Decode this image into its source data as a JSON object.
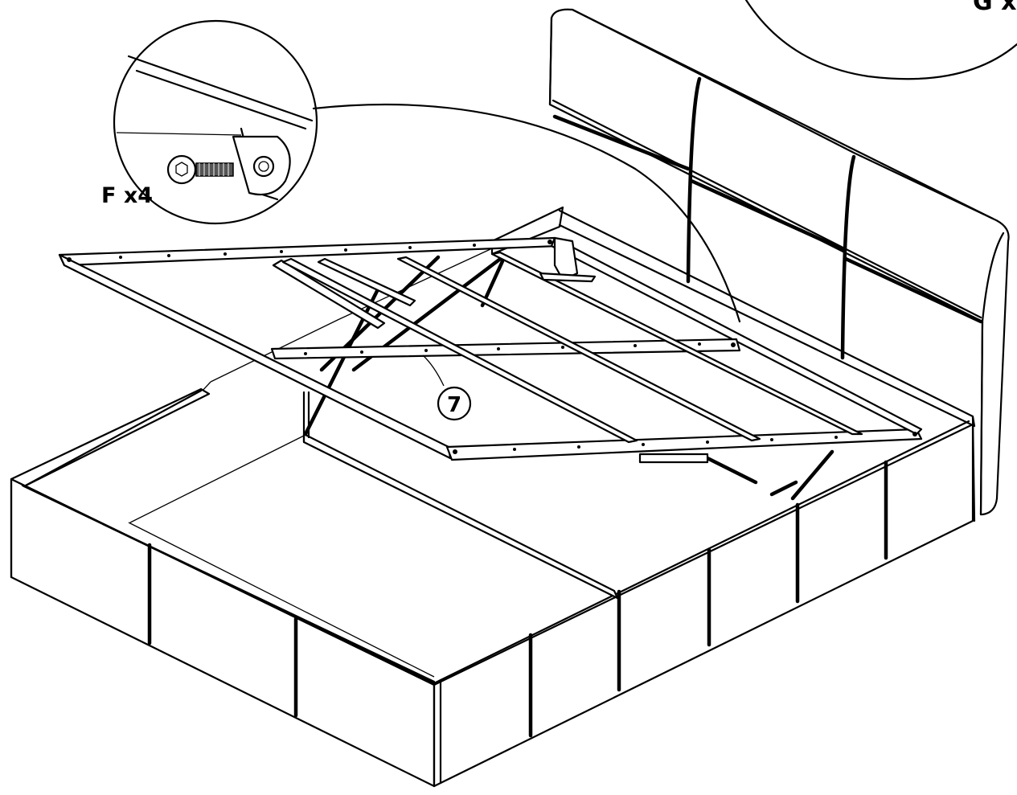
{
  "figure": {
    "detail_left": {
      "label": "F x4"
    },
    "detail_right": {
      "label": "G x"
    },
    "part_callout": {
      "label": "7"
    }
  }
}
